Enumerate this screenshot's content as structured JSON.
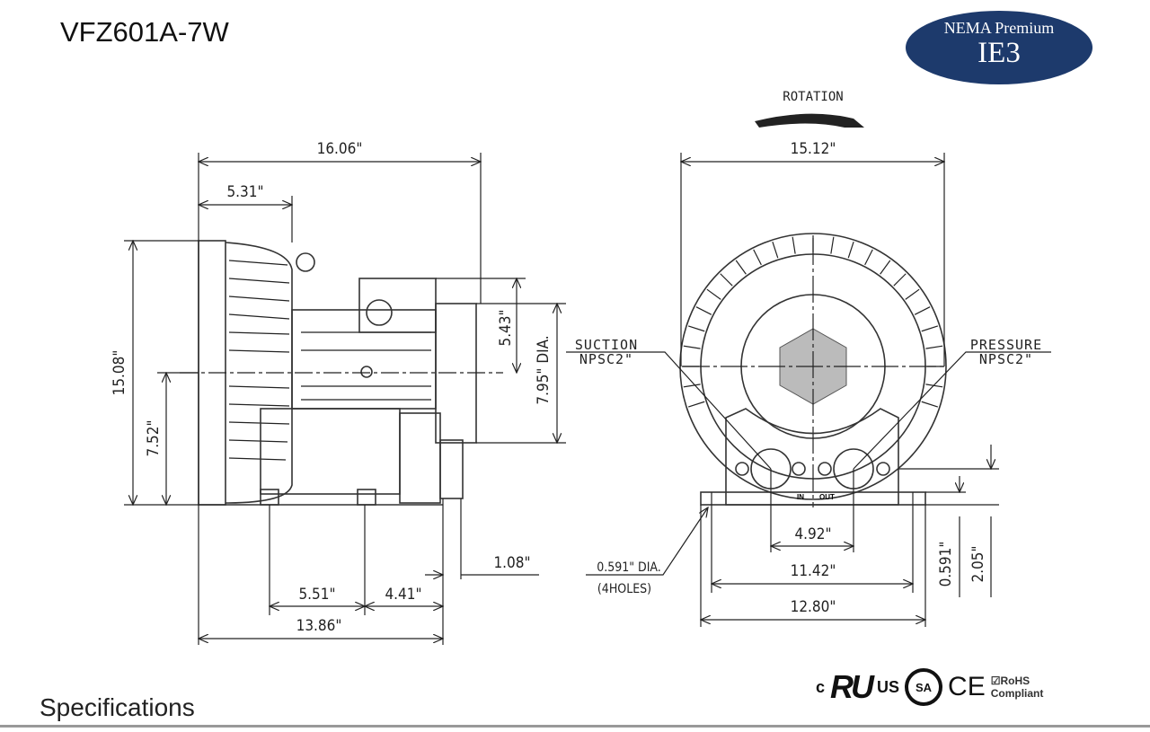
{
  "model": "VFZ601A-7W",
  "badge": {
    "line1": "NEMA Premium",
    "line2": "IE3"
  },
  "section_title": "Specifications",
  "side_view": {
    "overall_length": "16.06\"",
    "fan_section": "5.31\"",
    "overall_height": "15.08\"",
    "center_height": "7.52\"",
    "box_height": "5.43\"",
    "motor_dia": "7.95\" DIA.",
    "foot_offset": "1.08\"",
    "foot_span": "5.51\"",
    "foot_to_end": "4.41\"",
    "base_length": "13.86\""
  },
  "front_view": {
    "rotation": "ROTATION",
    "overall_width": "15.12\"",
    "suction": {
      "label": "SUCTION",
      "thread": "NPSC2\""
    },
    "pressure": {
      "label": "PRESSURE",
      "thread": "NPSC2\""
    },
    "port_spacing": "4.92\"",
    "hole_spacing": "11.42\"",
    "base_width": "12.80\"",
    "hole_dia": "0.591\" DIA.",
    "hole_count": "(4HOLES)",
    "foot_thickness": "0.591\"",
    "port_height": "2.05\"",
    "port_in": "IN",
    "port_out": "OUT"
  },
  "certifications": {
    "ul_c": "c",
    "ul": "RU",
    "ul_us": "US",
    "csa": "SA",
    "ce": "CE",
    "rohs": "☑RoHS",
    "rohs_sub": "Compliant"
  }
}
